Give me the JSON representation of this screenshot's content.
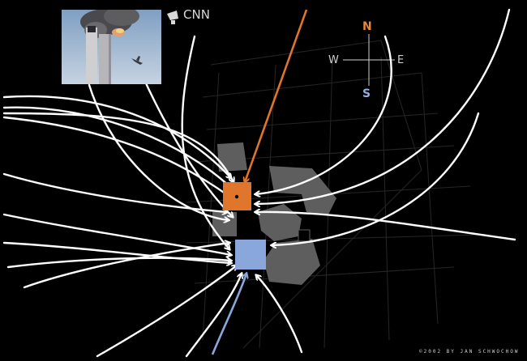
{
  "camera": {
    "source_label": "CNN",
    "icon": "video-camera-icon"
  },
  "compass": {
    "north": "N",
    "south": "S",
    "west": "W",
    "east": "E"
  },
  "towers": {
    "north": {
      "color": "#e0752c"
    },
    "south": {
      "color": "#8aa7dc"
    }
  },
  "sightline_color": "#ffffff",
  "credit": "©2002 BY JAN SCHWOCHOW"
}
